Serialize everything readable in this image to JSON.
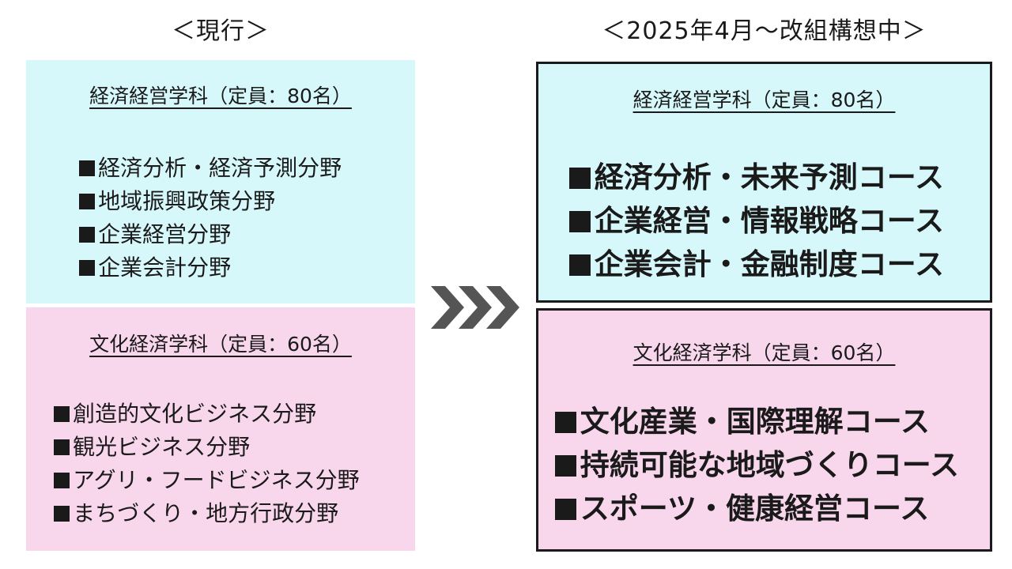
{
  "headings": {
    "current": "＜現行＞",
    "new": "＜2025年4月～改組構想中＞"
  },
  "current": {
    "economics": {
      "title": "経済経営学科（定員：80名）",
      "items": [
        "経済分析・経済予測分野",
        "地域振興政策分野",
        "企業経営分野",
        "企業会計分野"
      ]
    },
    "culture": {
      "title": "文化経済学科（定員：60名）",
      "items": [
        "創造的文化ビジネス分野",
        "観光ビジネス分野",
        "アグリ・フードビジネス分野",
        "まちづくり・地方行政分野"
      ]
    }
  },
  "new": {
    "economics": {
      "title": "経済経営学科（定員：80名）",
      "items": [
        "経済分析・未来予測コース",
        "企業経営・情報戦略コース",
        "企業会計・金融制度コース"
      ]
    },
    "culture": {
      "title": "文化経済学科（定員：60名）",
      "items": [
        "文化産業・国際理解コース",
        "持続可能な地域づくりコース",
        "スポーツ・健康経営コース"
      ]
    }
  },
  "colors": {
    "economics_bg": "#d7f8fb",
    "culture_bg": "#f8d7ec",
    "arrow": "#555555",
    "text": "#1a1a1a"
  }
}
